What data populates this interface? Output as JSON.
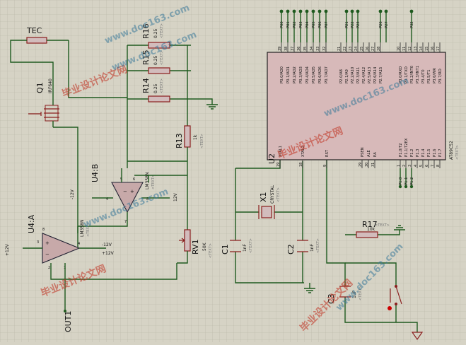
{
  "labels": {
    "tec": "TEC",
    "q1": {
      "ref": "Q1",
      "value": "IRF640"
    },
    "r16": {
      "ref": "R16",
      "value": "0.25",
      "text": "<TEXT>"
    },
    "r15": {
      "ref": "R15",
      "value": "0.25",
      "text": "<TEXT>"
    },
    "r14": {
      "ref": "R14",
      "value": "0.25",
      "text": "<TEXT>"
    },
    "r13": {
      "ref": "R13",
      "value": "1k",
      "text": "<TEXT>"
    },
    "r17": {
      "ref": "R17",
      "value": "10k",
      "text": "<TEXT>"
    },
    "rv1": {
      "ref": "RV1",
      "value": "50K",
      "text": "<TEXT>"
    },
    "u4a": {
      "ref": "U4:A",
      "value": "LM358N",
      "text": "<TEXT>"
    },
    "u4b": {
      "ref": "U4:B",
      "value": "LM358N",
      "text": "<TEXT>"
    },
    "u2": {
      "ref": "U2",
      "value": "AT89C52",
      "text": "<TEXT>"
    },
    "x1": {
      "ref": "X1",
      "value": "CRYSTAL",
      "text": "<TEXT>"
    },
    "c1": {
      "ref": "C1",
      "value": "1nF",
      "text": "<TEXT>"
    },
    "c2": {
      "ref": "C2",
      "value": "1nF",
      "text": "<TEXT>"
    },
    "c3": {
      "ref": "C3",
      "value": "1uF",
      "text": "<TEXT>"
    },
    "out1": "OUT1",
    "p12v_left": "+12V",
    "p12v_u4a": "+12V",
    "m12v_u4a": "-12V",
    "m12v_u4b": "-12V",
    "p12v_u4b": "12V",
    "u4a_pins": [
      "3",
      "2",
      "1",
      "8",
      "4"
    ],
    "u4b_pins": [
      "5",
      "6",
      "7",
      "8",
      "4"
    ]
  },
  "chip": {
    "left_pins": [
      "P0.0/AD0",
      "P0.1/AD1",
      "P0.2/AD2",
      "P0.3/AD3",
      "P0.4/AD4",
      "P0.5/AD5",
      "P0.6/AD6",
      "P0.7/AD7"
    ],
    "left_pin_nums": [
      "39",
      "38",
      "37",
      "36",
      "35",
      "34",
      "33",
      "32"
    ],
    "mid_pins": [
      "P2.0/A8",
      "P2.1/A9",
      "P2.2/A10",
      "P2.3/A11",
      "P2.4/A12",
      "P2.5/A13",
      "P2.6/A14",
      "P2.7/A15"
    ],
    "mid_pin_nums": [
      "21",
      "22",
      "23",
      "24",
      "25",
      "26",
      "27",
      "28"
    ],
    "right_pins": [
      "P3.0/RXD",
      "P3.1/TXD",
      "P3.2/INT0",
      "P3.3/INT1",
      "P3.4/T0",
      "P3.5/T1",
      "P3.6/WR",
      "P3.7/RD"
    ],
    "right_pin_nums": [
      "10",
      "11",
      "12",
      "13",
      "14",
      "15",
      "16",
      "17"
    ],
    "bottom_left": [
      "XTAL1",
      "XTAL2",
      "RST"
    ],
    "bottom_left_nums": [
      "19",
      "18",
      "9"
    ],
    "bottom_mid": [
      "PSEN",
      "ALE",
      "EA"
    ],
    "bottom_mid_nums": [
      "29",
      "30",
      "31"
    ],
    "bottom_right": [
      "P1.0/T2",
      "P1.1/T2EX",
      "P1.2",
      "P1.3",
      "P1.4",
      "P1.5",
      "P1.6",
      "P1.7"
    ],
    "bottom_right_nums": [
      "1",
      "2",
      "3",
      "4",
      "5",
      "6",
      "7",
      "8"
    ],
    "top_bus": [
      "P00",
      "P01",
      "P02",
      "P03",
      "P04",
      "P05",
      "P06",
      "P07",
      "P21",
      "P22",
      "P23",
      "P26",
      "P27",
      "P32"
    ],
    "p1_bus": [
      "P1.0",
      "P1.1",
      "P1.2"
    ]
  },
  "watermarks": {
    "site": "www.doc163.com",
    "site_cn": "毕业设计论文网"
  }
}
